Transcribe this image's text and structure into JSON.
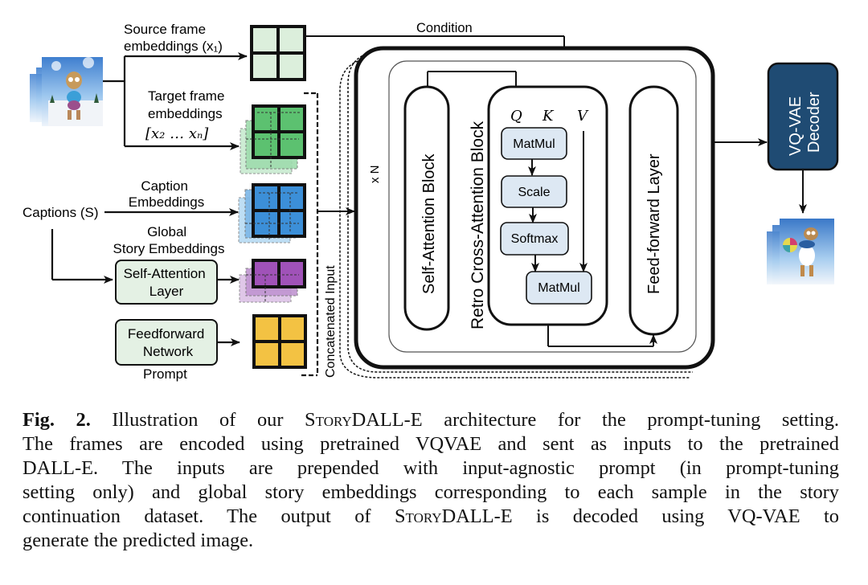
{
  "figure": {
    "labels": {
      "source_frame": [
        "Source frame",
        "embeddings (x₁)"
      ],
      "target_frame": [
        "Target frame",
        "embeddings",
        "[x₂ … xₙ]"
      ],
      "caption_embeddings": [
        "Caption",
        "Embeddings"
      ],
      "captions_input": "Captions (S)",
      "global_story": [
        "Global",
        "Story Embeddings"
      ],
      "self_attention_layer": [
        "Self-Attention",
        "Layer"
      ],
      "feedforward_network": [
        "Feedforward",
        "Network"
      ],
      "prompt": "Prompt",
      "concatenated_input": "Concatenated Input",
      "condition": "Condition",
      "repeat": "x N",
      "self_attention_block": "Self-Attention Block",
      "retro_cross_attention_block": "Retro Cross-Attention Block",
      "q": "Q",
      "k": "K",
      "v": "V",
      "matmul_1": "MatMul",
      "scale": "Scale",
      "softmax": "Softmax",
      "matmul_2": "MatMul",
      "feedforward_layer": "Feed-forward Layer",
      "vqvae_decoder": [
        "VQ-VAE",
        "Decoder"
      ]
    },
    "colors": {
      "source_embedding": "#dcefdc",
      "target_embedding": "#5cc170",
      "caption_embedding": "#3c8fd8",
      "global_story_embedding": "#a052b8",
      "prompt_embedding": "#f3c243",
      "module_box": "#e4f1e4",
      "attention_op_box": "#dde8f3",
      "decoder": "#1f4b73"
    }
  },
  "caption": {
    "fig_label": "Fig. 2.",
    "lines": [
      {
        "pre": " Illustration of our ",
        "sc": "StoryDALL-E",
        "post": " architecture for the prompt-tuning setting."
      },
      {
        "pre": "The frames are encoded using pretrained VQVAE and sent as inputs to the pretrained",
        "sc": "",
        "post": ""
      },
      {
        "pre": "DALL-E. The inputs are prepended with input-agnostic prompt (in prompt-tuning",
        "sc": "",
        "post": ""
      },
      {
        "pre": "setting only) and global story embeddings corresponding to each sample in the story",
        "sc": "",
        "post": ""
      },
      {
        "pre": "continuation dataset. The output of ",
        "sc": "StoryDALL-E",
        "post": " is decoded using VQ-VAE to"
      },
      {
        "pre": "generate the predicted image.",
        "sc": "",
        "post": ""
      }
    ]
  }
}
